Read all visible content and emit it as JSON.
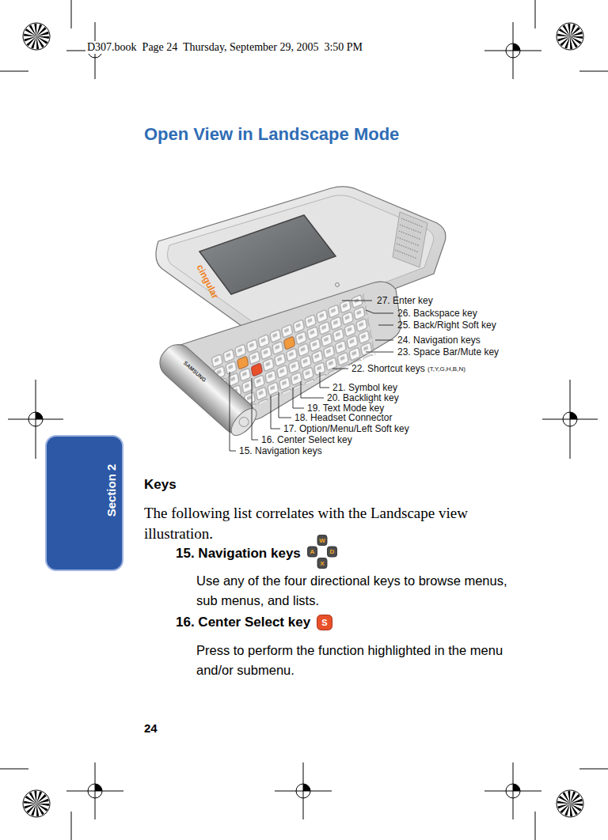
{
  "diagram": {
    "title": "Open View in Landscape Mode",
    "nodes": [
      {
        "text": [
          "Section 2"
        ]
      }
    ],
    "labels": [
      "D307.book  Page 24  Thursday, September 29, 2005  3:50 PM",
      "cingular",
      "SAMSUNG",
      "27. Enter key",
      "26. Backspace key",
      "25. Back/Right Soft key",
      "24. Navigation keys",
      "23. Space Bar/Mute key",
      "22. Shortcut keys",
      "(T,Y,G,H,B,N)",
      "21. Symbol key",
      "20. Backlight key",
      "19. Text Mode key",
      "18. Headset Connector",
      "17. Option/Menu/Left Soft key",
      "16. Center Select key",
      "15. Navigation keys",
      "Keys",
      "The following list correlates with the Landscape view illustration.",
      "15. Navigation keys",
      "W",
      "A",
      "D",
      "X",
      "Use any of the four directional keys to browse menus, sub menus, and lists.",
      "16. Center Select key",
      "S",
      "Press to perform the function highlighted in the menu and/or submenu.",
      "24"
    ]
  }
}
